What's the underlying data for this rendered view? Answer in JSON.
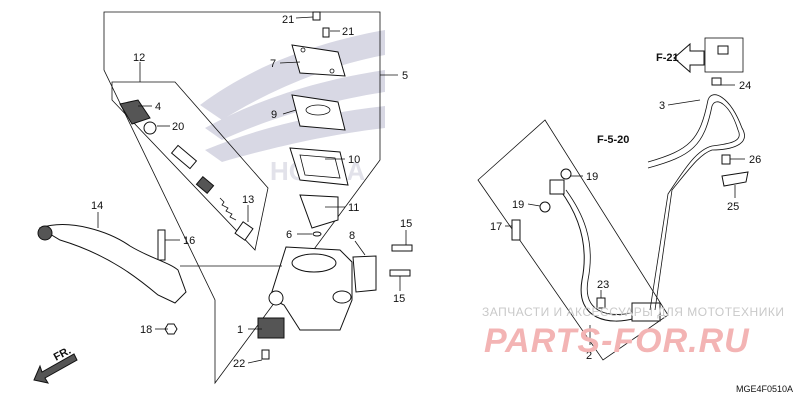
{
  "callouts": [
    {
      "id": "c21a",
      "text": "21"
    },
    {
      "id": "c21b",
      "text": "21"
    },
    {
      "id": "c12",
      "text": "12"
    },
    {
      "id": "c7",
      "text": "7"
    },
    {
      "id": "c5",
      "text": "5"
    },
    {
      "id": "c4",
      "text": "4"
    },
    {
      "id": "c20",
      "text": "20"
    },
    {
      "id": "c9",
      "text": "9"
    },
    {
      "id": "c10",
      "text": "10"
    },
    {
      "id": "c11",
      "text": "11"
    },
    {
      "id": "c13",
      "text": "13"
    },
    {
      "id": "c14",
      "text": "14"
    },
    {
      "id": "c16",
      "text": "16"
    },
    {
      "id": "c6",
      "text": "6"
    },
    {
      "id": "c8",
      "text": "8"
    },
    {
      "id": "c15a",
      "text": "15"
    },
    {
      "id": "c15b",
      "text": "15"
    },
    {
      "id": "c1",
      "text": "1"
    },
    {
      "id": "c18",
      "text": "18"
    },
    {
      "id": "c22",
      "text": "22"
    },
    {
      "id": "c24",
      "text": "24"
    },
    {
      "id": "c3",
      "text": "3"
    },
    {
      "id": "c26",
      "text": "26"
    },
    {
      "id": "c25",
      "text": "25"
    },
    {
      "id": "c19a",
      "text": "19"
    },
    {
      "id": "c19b",
      "text": "19"
    },
    {
      "id": "c17",
      "text": "17"
    },
    {
      "id": "c23",
      "text": "23"
    },
    {
      "id": "c2",
      "text": "2"
    }
  ],
  "references": {
    "f21": "F-21",
    "f520": "F-5-20"
  },
  "direction_label": "FR.",
  "diagram_code": "MGE4F0510A",
  "watermark": {
    "top_text": "ЗАПЧАСТИ И АКСЕССУАРЫ ДЛЯ МОТОТЕХНИКИ",
    "logo_text": "PARTS-FOR.RU"
  }
}
